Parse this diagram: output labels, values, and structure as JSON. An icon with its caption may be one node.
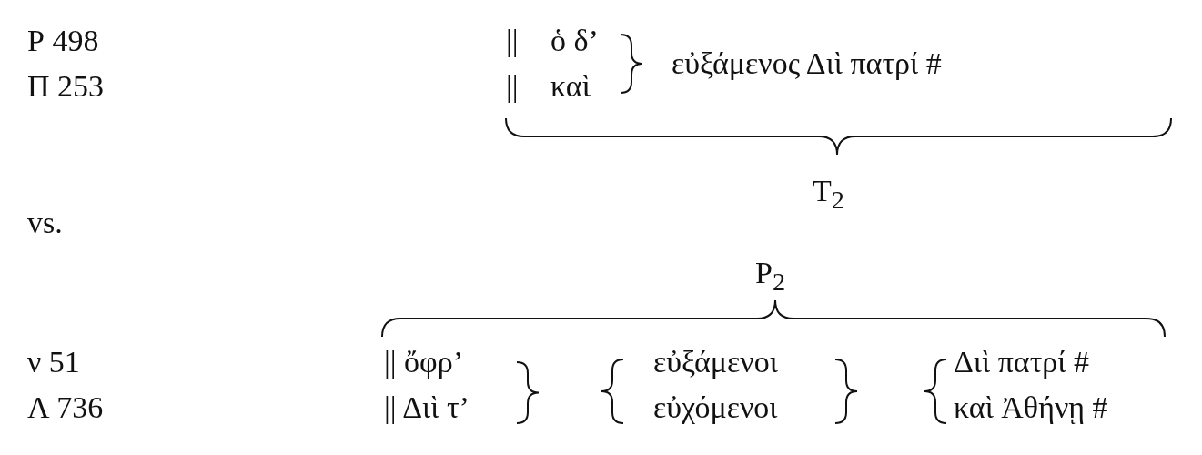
{
  "diagram": {
    "labels": [
      "Ρ 498",
      "Π 253",
      "||",
      "ὁ δ’",
      "||",
      "καὶ",
      "εὐξάμενος Διὶ πατρί #",
      "T$_{2}$",
      "vs.",
      "P$_{2}$",
      "ν 51",
      "Λ 736",
      "|| ὄφρ’",
      "|| Διὶ τ’",
      "εὐξάμενοι",
      "εὐχόμενοι",
      "Διὶ πατρί #",
      "καὶ Ἀθήνῃ #"
    ]
  }
}
